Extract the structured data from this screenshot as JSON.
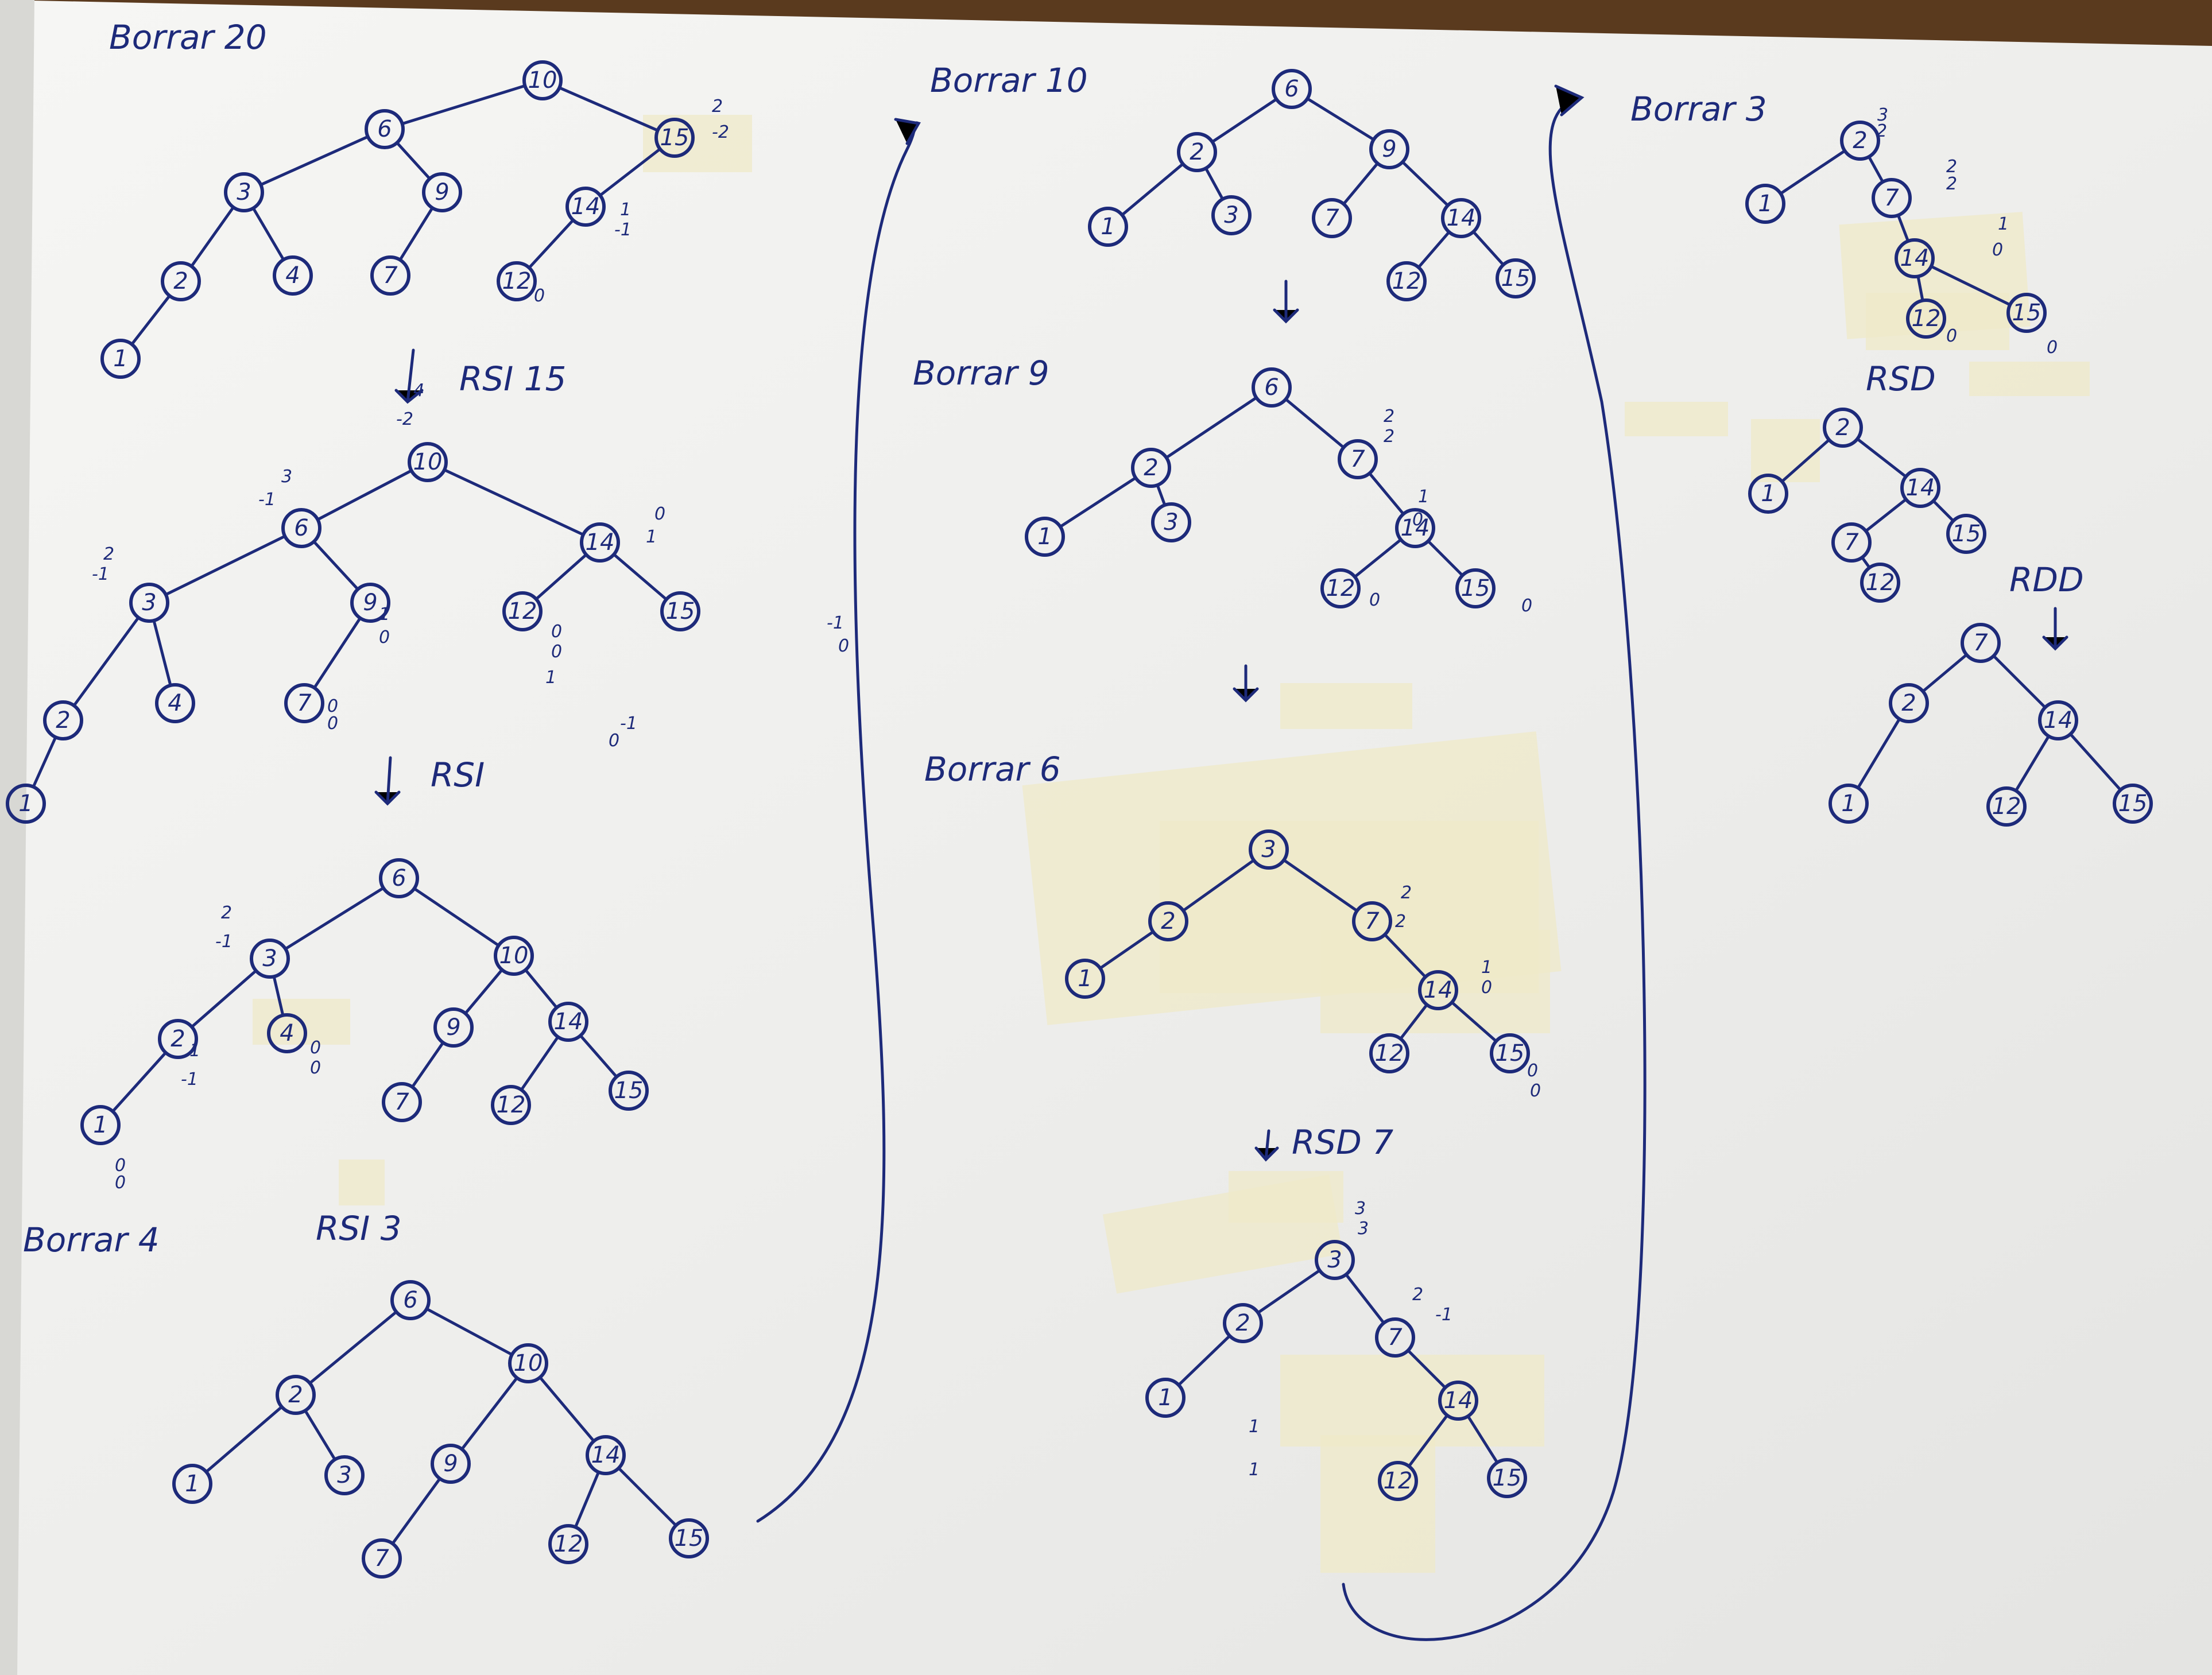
{
  "colors": {
    "ink": "#1d2a7a",
    "paper": "#f1f1ef",
    "tape": "#efe9c8",
    "table": "#5a3a1e"
  },
  "labels": {
    "borrar20": "Borrar 20",
    "rsi15": "RSI 15",
    "rsi": "RSI",
    "borrar4": "Borrar 4",
    "rsi3": "RSI 3",
    "borrar10": "Borrar 10",
    "borrar9": "Borrar 9",
    "borrar6": "Borrar 6",
    "rsd7": "RSD 7",
    "borrar3": "Borrar 3",
    "rsd": "RSD",
    "rdd": "RDD"
  },
  "nodes": {
    "t1": [
      "10",
      "6",
      "15",
      "3",
      "9",
      "14",
      "2",
      "4",
      "7",
      "12",
      "1"
    ],
    "t2": [
      "10",
      "6",
      "14",
      "3",
      "9",
      "12",
      "15",
      "2",
      "4",
      "7",
      "1"
    ],
    "t3": [
      "6",
      "3",
      "10",
      "2",
      "4",
      "9",
      "14",
      "1",
      "7",
      "12",
      "15"
    ],
    "t4": [
      "6",
      "2",
      "10",
      "1",
      "3",
      "9",
      "14",
      "7",
      "12",
      "15"
    ],
    "t5": [
      "6",
      "2",
      "9",
      "1",
      "3",
      "7",
      "14",
      "12",
      "15"
    ],
    "t6": [
      "6",
      "2",
      "7",
      "1",
      "3",
      "14",
      "12",
      "15"
    ],
    "t7": [
      "3",
      "2",
      "7",
      "1",
      "14",
      "12",
      "15"
    ],
    "t8": [
      "3",
      "2",
      "7",
      "1",
      "14",
      "12",
      "15"
    ],
    "t9": [
      "2",
      "1",
      "7",
      "14",
      "12",
      "15"
    ],
    "t10": [
      "2",
      "1",
      "14",
      "7",
      "15",
      "12"
    ],
    "t11": [
      "7",
      "2",
      "14",
      "1",
      "12",
      "15"
    ]
  },
  "balance": {
    "t1": [
      "2",
      "-2",
      "1",
      "-1",
      "0"
    ],
    "t2": [
      "4",
      "-2",
      "3",
      "-1",
      "2",
      "-1",
      "1",
      "0",
      "0",
      "1",
      "-1",
      "0",
      "0",
      "0",
      "1",
      "-1",
      "0",
      "0",
      "0"
    ],
    "t3": [
      "2",
      "-1",
      "0",
      "0",
      "1",
      "-1",
      "0",
      "0"
    ],
    "t5": [
      "2",
      "2",
      "1",
      "0",
      "0",
      "0"
    ],
    "t6": [
      "2",
      "2",
      "1",
      "0",
      "0",
      "0"
    ],
    "t7": [
      "3",
      "3",
      "2",
      "-1",
      "1",
      "1"
    ],
    "t8": [
      "3",
      "2",
      "2",
      "2",
      "1",
      "0",
      "0",
      "0"
    ]
  }
}
